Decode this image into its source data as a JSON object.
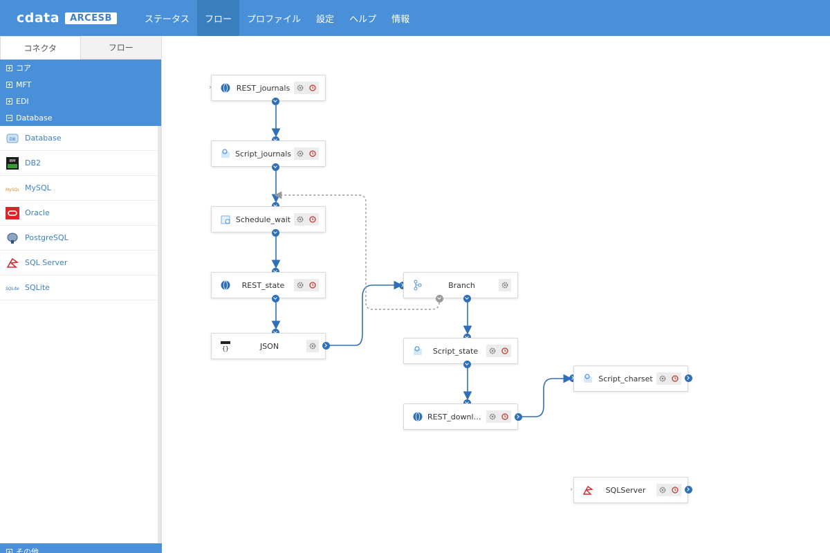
{
  "header": {
    "logo_text": "cdata",
    "logo_badge": "ARCESB",
    "nav": [
      "ステータス",
      "フロー",
      "プロファイル",
      "設定",
      "ヘルプ",
      "情報"
    ],
    "active_nav": 1
  },
  "sidebar": {
    "tabs": [
      "コネクタ",
      "フロー"
    ],
    "active_tab": 0,
    "categories": [
      "コア",
      "MFT",
      "EDI",
      "Database"
    ],
    "expanded_category": "Database",
    "connectors": [
      {
        "label": "Database",
        "icon": "database-icon"
      },
      {
        "label": "DB2",
        "icon": "db2-icon"
      },
      {
        "label": "MySQL",
        "icon": "mysql-icon"
      },
      {
        "label": "Oracle",
        "icon": "oracle-icon"
      },
      {
        "label": "PostgreSQL",
        "icon": "postgresql-icon"
      },
      {
        "label": "SQL Server",
        "icon": "sqlserver-icon"
      },
      {
        "label": "SQLite",
        "icon": "sqlite-icon"
      }
    ],
    "bottom_category": "その他"
  },
  "flow": {
    "nodes": [
      {
        "title": "REST_journals",
        "icon": "globe-icon",
        "has_alert": true
      },
      {
        "title": "Script_journals",
        "icon": "script-icon",
        "has_alert": true
      },
      {
        "title": "Schedule_wait",
        "icon": "schedule-icon",
        "has_alert": true
      },
      {
        "title": "REST_state",
        "icon": "globe-icon",
        "has_alert": true
      },
      {
        "title": "JSON",
        "icon": "json-icon",
        "has_alert": false
      },
      {
        "title": "Branch",
        "icon": "branch-icon",
        "has_alert": false
      },
      {
        "title": "Script_state",
        "icon": "script-icon",
        "has_alert": true
      },
      {
        "title": "REST_downlo...",
        "icon": "globe-icon",
        "has_alert": true
      },
      {
        "title": "Script_charset",
        "icon": "script-icon",
        "has_alert": true
      },
      {
        "title": "SQLServer",
        "icon": "sqlserver-icon",
        "has_alert": true
      }
    ]
  },
  "colors": {
    "header_bg": "#4a90d9",
    "port": "#2f6fb8",
    "link": "#3b7fc8"
  }
}
